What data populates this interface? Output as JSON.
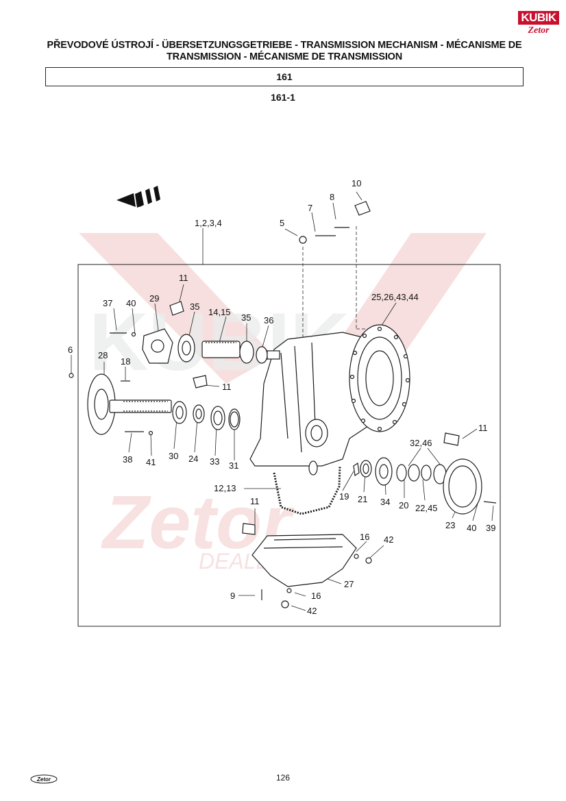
{
  "header": {
    "title_line1": "PŘEVODOVÉ ÚSTROJÍ - ÜBERSETZUNGSGETRIEBE - TRANSMISSION MECHANISM - MÉCANISME DE",
    "title_line2": "TRANSMISSION - MÉCANISME DE TRANSMISSION",
    "logo_text": "KUBIK",
    "logo_sub": "Zetor"
  },
  "section": {
    "number": "161",
    "figure": "161-1"
  },
  "watermark": {
    "brand": "KUBIK",
    "brand2": "Zetor",
    "dealer": "DEALER"
  },
  "callouts": [
    "1,2,3,4",
    "5",
    "6",
    "7",
    "8",
    "9",
    "10",
    "11",
    "11",
    "11",
    "11",
    "12,13",
    "14,15",
    "16",
    "16",
    "18",
    "19",
    "20",
    "21",
    "22,45",
    "23",
    "24",
    "25,26,43,44",
    "27",
    "28",
    "29",
    "30",
    "31",
    "32,46",
    "33",
    "34",
    "35",
    "35",
    "36",
    "37",
    "38",
    "39",
    "40",
    "40",
    "41",
    "42",
    "42"
  ],
  "footer": {
    "page_number": "126",
    "logo_text": "Zetor"
  },
  "colors": {
    "accent": "#c8102e",
    "watermark": "#f4d4d4",
    "ink": "#1a1a1a"
  }
}
